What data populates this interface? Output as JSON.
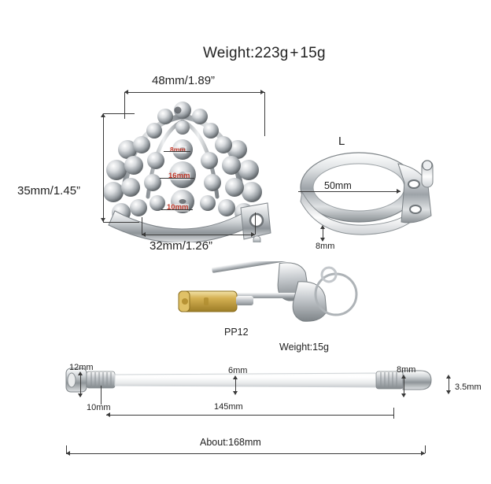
{
  "header": {
    "weight_title": "Weight:223g + 15g"
  },
  "cage": {
    "width_label": "48mm/1.89”",
    "height_label": "35mm/1.45”",
    "base_label": "32mm/1.26”",
    "bead_top": "8mm",
    "bead_mid": "16mm",
    "bead_bottom": "10mm"
  },
  "ring": {
    "size_label": "L",
    "diameter_label": "50mm",
    "thickness_label": "8mm"
  },
  "keys": {
    "lock_model": "PP12",
    "weight_label": "Weight:15g"
  },
  "catheter": {
    "head_diameter": "12mm",
    "neck_length": "10mm",
    "shaft_diameter": "6mm",
    "shaft_length": "145mm",
    "tip_diameter": "8mm",
    "tip_thickness": "3.5mm",
    "total_length": "About:168mm"
  },
  "colors": {
    "annotation_red": "#c0392b",
    "rule_gray": "#3a3a3a",
    "metal_light": "#f2f3f4",
    "metal_mid": "#b9bdc2",
    "metal_dark": "#6d7276",
    "brass": "#c8a64b"
  }
}
